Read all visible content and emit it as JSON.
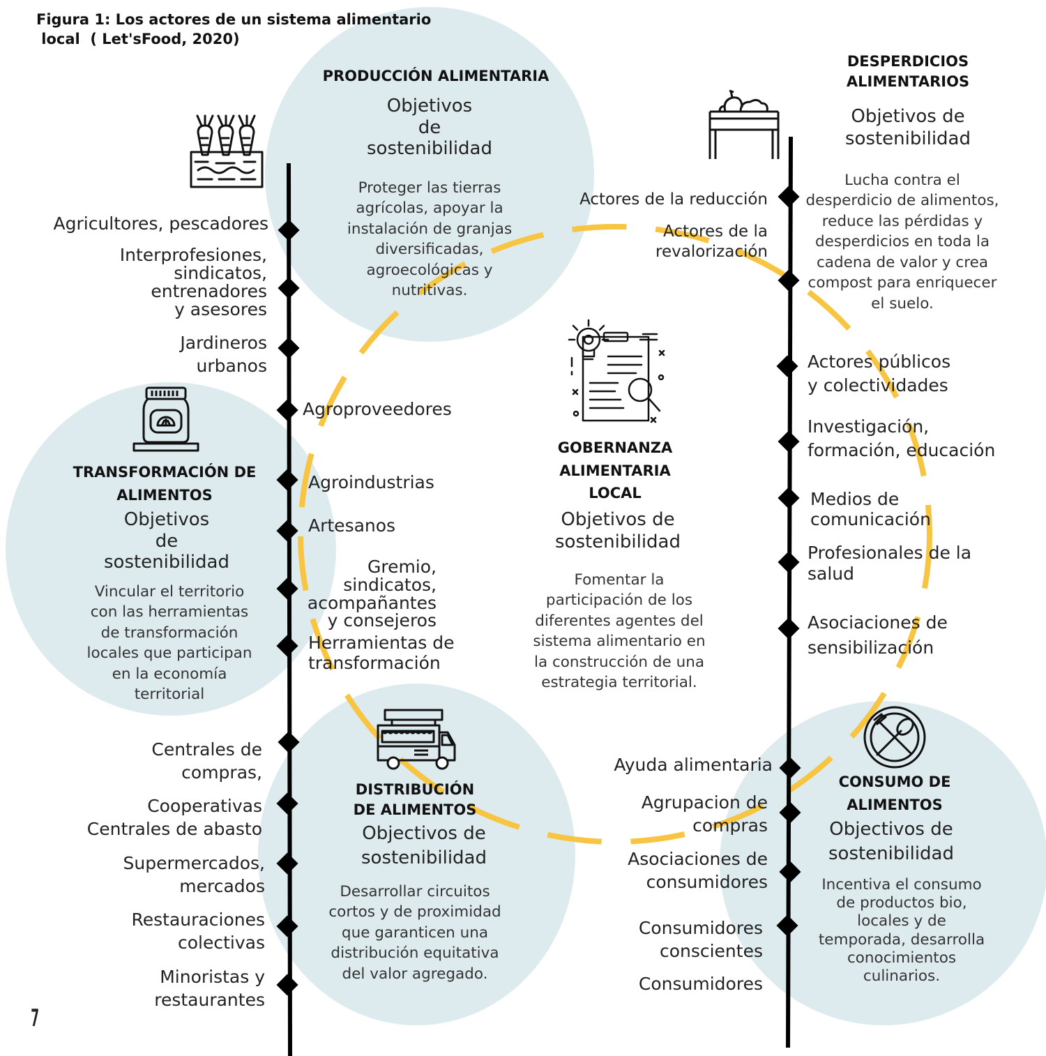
{
  "figure_title": "Figura 1: Los actores de un sistema alimentario\n local  ( Let'sFood, 2020)",
  "page_number": "7",
  "colors": {
    "circle": "#deebee",
    "ring": "#f7c542",
    "line": "#000000"
  },
  "sections": {
    "produccion": {
      "title": "PRODUCCIÓN ALIMENTARIA",
      "objectives": "Objetivos\nde\nsostenibilidad",
      "description": "Proteger las tierras agrícolas, apoyar la instalación de granjas diversificadas, agroecológicas y nutritivas.",
      "icon": "carrots-icon"
    },
    "transformacion": {
      "title": "TRANSFORMACIÓN DE\nALIMENTOS",
      "objectives": "Objetivos\nde\nsostenibilidad",
      "description": "Vincular el territorio con las herramientas de transformación locales que participan en la economía territorial",
      "icon": "jar-icon"
    },
    "distribucion": {
      "title": "DISTRIBUCIÓN\nDE ALIMENTOS",
      "objectives": "Objectivos de\nsostenibilidad",
      "description": "Desarrollar circuitos cortos y de proximidad que garanticen una distribución equitativa del valor agregado.",
      "icon": "food-truck-icon"
    },
    "gobernanza": {
      "title": "GOBERNANZA\nALIMENTARIA\nLOCAL",
      "objectives": "Objetivos de\nsostenibilidad",
      "description": "Fomentar la participación de los diferentes agentes del sistema alimentario en la construcción de una estrategia territorial.",
      "icon": "policy-document-icon"
    },
    "desperdicios": {
      "title": "DESPERDICIOS\nALIMENTARIOS",
      "objectives": "Objetivos de\nsostenibilidad",
      "description": "Lucha contra el desperdicio de alimentos, reduce las pérdidas y desperdicios en toda la cadena de valor y crea compost para enriquecer el suelo.",
      "icon": "compost-bin-icon"
    },
    "consumo": {
      "title": "CONSUMO DE\nALIMENTOS",
      "objectives": "Objectivos de\nsostenibilidad",
      "description": "Incentiva el consumo de productos bio, locales y de temporada, desarrolla conocimientos culinarios.",
      "icon": "plate-cutlery-icon"
    }
  },
  "left_line_left_labels": [
    "Agricultores, pescadores",
    "Interprofesiones,\nsindicatos,\nentrenadores\ny asesores",
    "Jardineros\nurbanos",
    "Centrales de\ncompras,",
    "Cooperativas\nCentrales de abasto",
    "Supermercados,\nmercados",
    "Restauraciones\ncolectivas",
    "Minoristas y\nrestaurantes"
  ],
  "left_line_right_labels": [
    "Agroproveedores",
    "Agroindustrias",
    "Artesanos",
    "Gremio,\nsindicatos,\nacompañantes\ny consejeros",
    "Herramientas de\ntransformación"
  ],
  "right_line_left_labels": [
    "Actores de la  reducción",
    "Actores de la\nrevalorización",
    "Ayuda alimentaria",
    "Agrupacion de\ncompras",
    "Asociaciones de\nconsumidores",
    "Consumidores\nconscientes",
    "Consumidores"
  ],
  "right_line_right_labels": [
    "Actores públicos\ny colectividades",
    "Investigación,\nformación, educación",
    "Medios de\ncomunicación",
    "Profesionales de la\nsalud",
    "Asociaciones de\nsensibilización"
  ]
}
